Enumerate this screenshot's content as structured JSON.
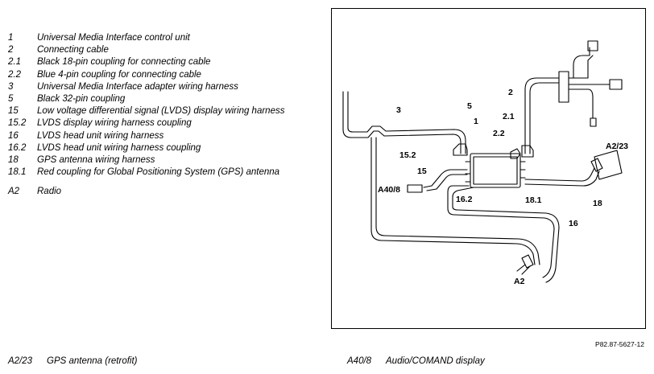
{
  "legend": [
    {
      "num": "1",
      "text": "Universal Media Interface control unit"
    },
    {
      "num": "2",
      "text": "Connecting cable"
    },
    {
      "num": "2.1",
      "text": "Black 18-pin coupling for connecting cable"
    },
    {
      "num": "2.2",
      "text": "Blue 4-pin coupling for connecting cable"
    },
    {
      "num": "3",
      "text": "Universal Media Interface adapter wiring harness"
    },
    {
      "num": "5",
      "text": "Black 32-pin coupling"
    },
    {
      "num": "15",
      "text": "Low voltage differential signal (LVDS) display wiring harness"
    },
    {
      "num": "15.2",
      "text": "LVDS display wiring harness coupling"
    },
    {
      "num": "16",
      "text": "LVDS head unit wiring harness"
    },
    {
      "num": "16.2",
      "text": "LVDS head unit wiring harness coupling"
    },
    {
      "num": "18",
      "text": "GPS antenna wiring harness"
    },
    {
      "num": "18.1",
      "text": "Red coupling for Global Positioning System (GPS) antenna"
    },
    {
      "num": "A2",
      "text": "Radio"
    }
  ],
  "diagram": {
    "labels": {
      "l1": "1",
      "l2": "2",
      "l21": "2.1",
      "l22": "2.2",
      "l3": "3",
      "l5": "5",
      "l15": "15",
      "l152": "15.2",
      "l16": "16",
      "l162": "16.2",
      "l18": "18",
      "l181": "18.1",
      "a223": "A2/23",
      "a408": "A40/8",
      "a2": "A2"
    },
    "reference": "P82.87-5627-12"
  },
  "footer": {
    "left": {
      "code": "A2/23",
      "text": "GPS antenna (retrofit)"
    },
    "right": {
      "code": "A40/8",
      "text": "Audio/COMAND display"
    }
  }
}
